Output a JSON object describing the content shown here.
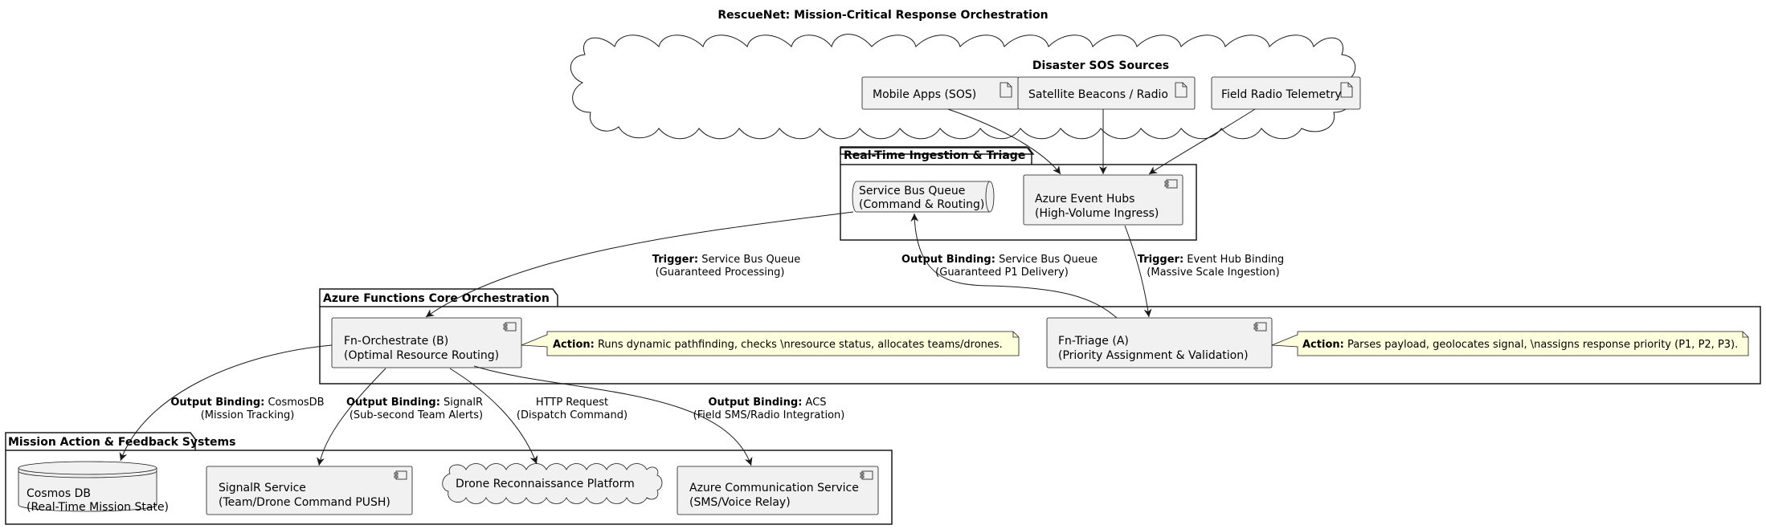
{
  "title": "RescueNet: Mission-Critical Response Orchestration",
  "clouds": {
    "sources": {
      "label": "Disaster SOS Sources",
      "items": {
        "mobile": "Mobile Apps (SOS)",
        "satellite": "Satellite Beacons / Radio",
        "field": "Field Radio Telemetry"
      }
    }
  },
  "packages": {
    "ingestion": {
      "label": "Real-Time Ingestion & Triage",
      "service_bus": [
        "Service Bus Queue",
        "(Command & Routing)"
      ],
      "event_hubs": [
        "Azure Event Hubs",
        "(High-Volume Ingress)"
      ]
    },
    "functions": {
      "label": "Azure Functions Core Orchestration",
      "orchestrate": [
        "Fn-Orchestrate (B)",
        "(Optimal Resource Routing)"
      ],
      "triage": [
        "Fn-Triage (A)",
        "(Priority Assignment & Validation)"
      ]
    },
    "mission": {
      "label": "Mission Action & Feedback Systems",
      "cosmos": [
        "Cosmos DB",
        "(Real-Time Mission State)"
      ],
      "signalr": [
        "SignalR Service",
        "(Team/Drone Command PUSH)"
      ],
      "drone": "Drone Reconnaissance Platform",
      "acs": [
        "Azure Communication Service",
        "(SMS/Voice Relay)"
      ]
    }
  },
  "notes": {
    "orchestrate": {
      "bold": "Action:",
      "text": " Runs dynamic pathfinding, checks \\nresource status, allocates teams/drones."
    },
    "triage": {
      "bold": "Action:",
      "text": " Parses payload, geolocates signal, \\nassigns response priority (P1, P2, P3)."
    }
  },
  "edges": {
    "sb_to_orch": {
      "bold": "Trigger:",
      "text": " Service Bus Queue",
      "line2": "(Guaranteed Processing)"
    },
    "triage_to_sb": {
      "bold": "Output Binding:",
      "text": " Service Bus Queue",
      "line2": "(Guaranteed P1 Delivery)"
    },
    "eh_to_triage": {
      "bold": "Trigger:",
      "text": " Event Hub Binding",
      "line2": "(Massive Scale Ingestion)"
    },
    "orch_to_cosmos": {
      "bold": "Output Binding:",
      "text": " CosmosDB",
      "line2": "(Mission Tracking)"
    },
    "orch_to_signalr": {
      "bold": "Output Binding:",
      "text": " SignalR",
      "line2": "(Sub-second Team Alerts)"
    },
    "orch_to_drone": {
      "bold": "",
      "text": "HTTP Request",
      "line2": "(Dispatch Command)"
    },
    "orch_to_acs": {
      "bold": "Output Binding:",
      "text": " ACS",
      "line2": "(Field SMS/Radio Integration)"
    }
  },
  "colors": {
    "node_fill": "#F1F1F1",
    "note_fill": "#FEFFDD",
    "stroke": "#181818"
  }
}
